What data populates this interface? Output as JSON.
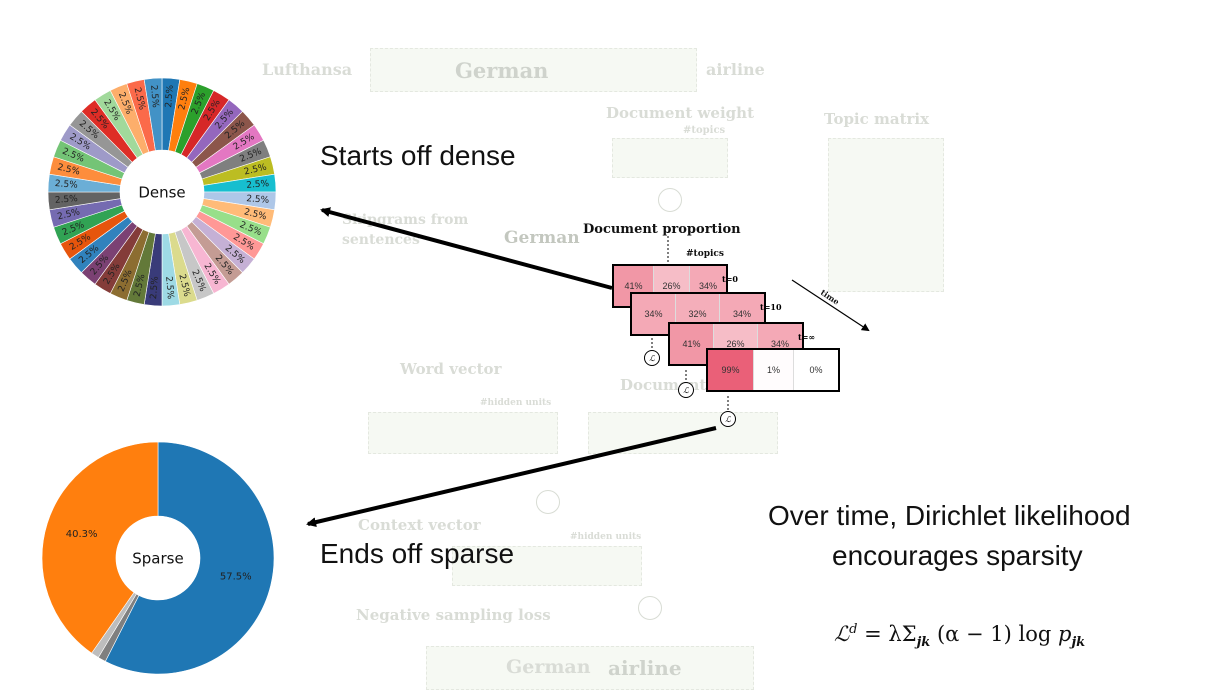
{
  "annotations": {
    "dense_caption": "Starts off dense",
    "sparse_caption": "Ends off sparse",
    "dirichlet_line1": "Over time, Dirichlet likelihood",
    "dirichlet_line2": "encourages sparsity"
  },
  "formula": {
    "lhs_base": "ℒ",
    "lhs_sup": "d",
    "eq": " = λΣ",
    "sub_jk": "jk",
    "middle": " (α − 1) log ",
    "p": "p",
    "sub_jk2": "jk"
  },
  "background": {
    "row_top_left": "Lufthansa",
    "row_top_word": "German",
    "row_top_right": "airline",
    "document_weight": "Document weight",
    "topics_small": "#topics",
    "topic_matrix": "Topic matrix",
    "skipgrams": "Skipgrams from",
    "sentences": "sentences",
    "german": "German",
    "word_vector": "Word vector",
    "document_vector": "Document vector",
    "hidden_units": "#hidden units",
    "context_vector": "Context vector",
    "neg_loss": "Negative sampling loss",
    "row_bottom_word": "German",
    "row_bottom_word2": "airline"
  },
  "diagram": {
    "doc_proportion": "Document proportion",
    "topics_label": "#topics",
    "time_label": "time",
    "strips": [
      {
        "label": "t=0",
        "cells": [
          "41%",
          "26%",
          "34%"
        ],
        "shares": [
          0.41,
          0.26,
          0.34
        ]
      },
      {
        "label": "t=10",
        "cells": [
          "34%",
          "32%",
          "34%"
        ],
        "shares": [
          0.34,
          0.32,
          0.34
        ]
      },
      {
        "label": "t=∞",
        "cells": [
          "41%",
          "26%",
          "34%"
        ],
        "shares": [
          0.41,
          0.26,
          0.34
        ]
      },
      {
        "label": "",
        "cells": [
          "99%",
          "1%",
          "0%"
        ],
        "shares": [
          0.99,
          0.01,
          0.0
        ]
      }
    ]
  },
  "chart_data": [
    {
      "type": "pie",
      "center_label": "Dense",
      "slice_label": "2.5%",
      "slices": 40,
      "values": [
        2.5,
        2.5,
        2.5,
        2.5,
        2.5,
        2.5,
        2.5,
        2.5,
        2.5,
        2.5,
        2.5,
        2.5,
        2.5,
        2.5,
        2.5,
        2.5,
        2.5,
        2.5,
        2.5,
        2.5,
        2.5,
        2.5,
        2.5,
        2.5,
        2.5,
        2.5,
        2.5,
        2.5,
        2.5,
        2.5,
        2.5,
        2.5,
        2.5,
        2.5,
        2.5,
        2.5,
        2.5,
        2.5,
        2.5,
        2.5
      ],
      "colors": [
        "#1f77b4",
        "#ff7f0e",
        "#2ca02c",
        "#d62728",
        "#9467bd",
        "#8c564b",
        "#e377c2",
        "#7f7f7f",
        "#bcbd22",
        "#17becf",
        "#aec7e8",
        "#ffbb78",
        "#98df8a",
        "#ff9896",
        "#c5b0d5",
        "#c49c94",
        "#f7b6d2",
        "#c7c7c7",
        "#dbdb8d",
        "#9edae5",
        "#393b79",
        "#637939",
        "#8c6d31",
        "#843c39",
        "#7b4173",
        "#3182bd",
        "#e6550d",
        "#31a354",
        "#756bb1",
        "#636363",
        "#6baed6",
        "#fd8d3c",
        "#74c476",
        "#9e9ac8",
        "#969696",
        "#de2d26",
        "#a1d99b",
        "#fdae6b",
        "#fb6a4a",
        "#4292c6"
      ]
    },
    {
      "type": "pie",
      "center_label": "Sparse",
      "values": [
        57.5,
        1.1,
        1.1,
        40.3
      ],
      "labels": [
        "57.5%",
        "",
        "",
        "40.3%"
      ],
      "colors": [
        "#1f77b4",
        "#7f7f7f",
        "#bdbdbd",
        "#ff7f0e"
      ]
    }
  ]
}
